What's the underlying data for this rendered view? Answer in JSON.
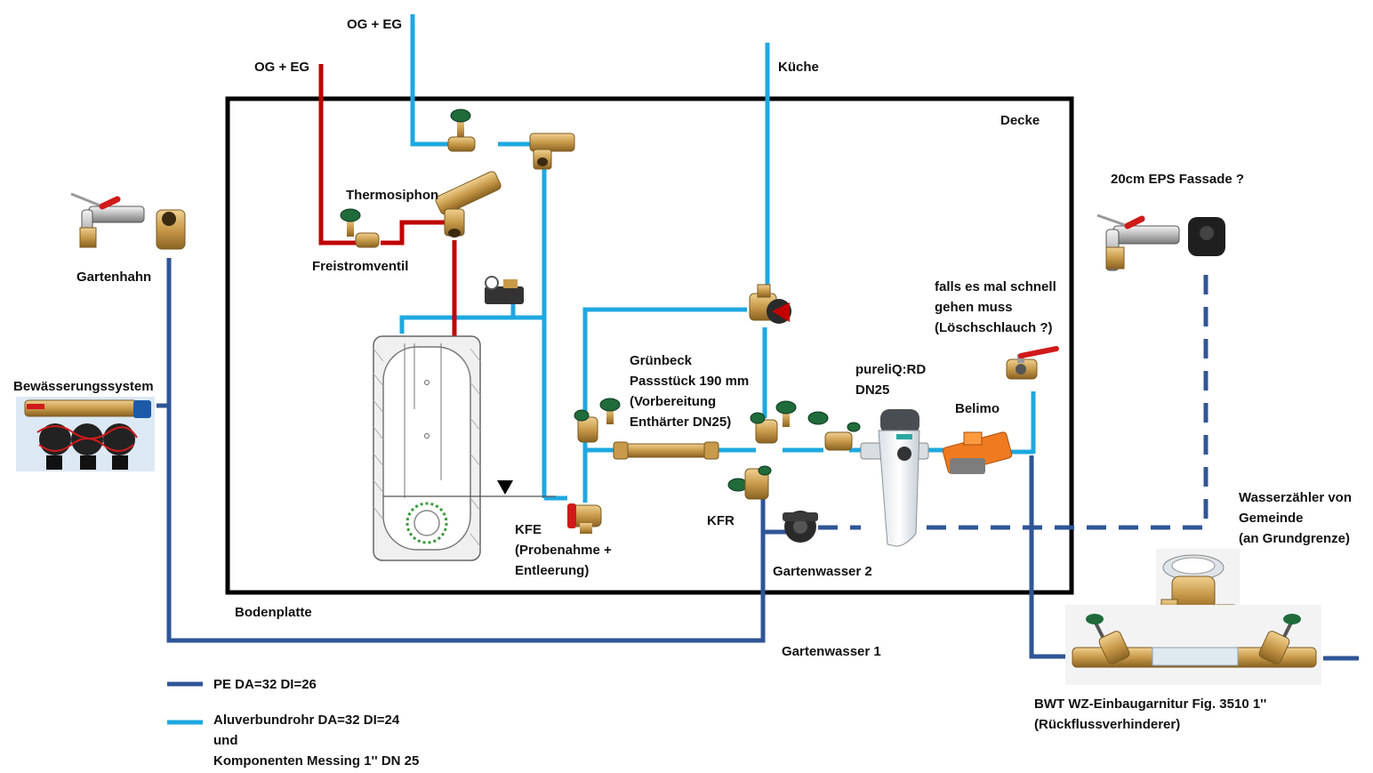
{
  "labels": {
    "og_eg_cold": "OG + EG",
    "og_eg_hot": "OG + EG",
    "kueche": "Küche",
    "decke": "Decke",
    "thermosiphon": "Thermosiphon",
    "freistromventil": "Freistromventil",
    "gartenhahn": "Gartenhahn",
    "bewaesserung": "Bewässerungssystem",
    "gruenbeck": "Grünbeck\nPassstück 190 mm\n(Vorbereitung\nEnthärter DN25)",
    "pureliq": "pureliQ:RD\nDN25",
    "belimo": "Belimo",
    "schnell": "falls es mal schnell\ngehen muss\n(Löschschlauch ?)",
    "eps": "20cm EPS Fassade ?",
    "kfe": "KFE\n(Probenahme +\nEntleerung)",
    "kfr": "KFR",
    "gartenwasser2": "Gartenwasser 2",
    "gartenwasser1": "Gartenwasser 1",
    "bodenplatte": "Bodenplatte",
    "wasserzaehler": "Wasserzähler von\nGemeinde\n(an Grundgrenze)",
    "bwt": "BWT WZ-Einbaugarnitur Fig. 3510 1''\n(Rückflussverhinderer)"
  },
  "legend": {
    "pe": "PE DA=32  DI=26",
    "alu": "Aluverbundrohr DA=32 DI=24\nund\nKomponenten Messing 1'' DN 25"
  },
  "colors": {
    "pe_pipe": "#2f5597",
    "alu_pipe": "#1fa8e0",
    "hot_pipe": "#c00000",
    "brass": "#c89a4a",
    "valve_green": "#1f6b3a",
    "belimo_orange": "#f07a20",
    "tap_red": "#d01a1a"
  }
}
